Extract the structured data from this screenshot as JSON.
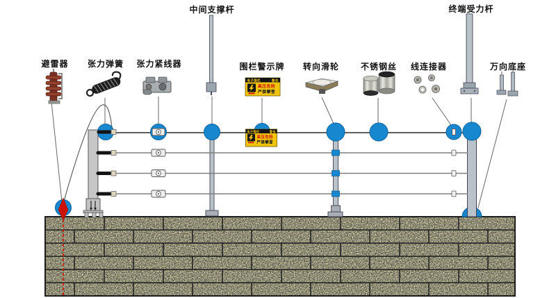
{
  "labels": {
    "lightning_arrester": "避雷器",
    "tension_spring": "张力弹簧",
    "wire_tightener": "张力紧线器",
    "middle_support_pole": "中间支撑杆",
    "fence_warning_sign": "围栏警示牌",
    "turning_pulley": "转向滑轮",
    "stainless_steel_wire": "不锈钢丝",
    "wire_connector": "线连接器",
    "terminal_stress_pole": "终端受力杆",
    "universal_base": "万向底座"
  },
  "warning_sign": {
    "header_left": "电子围栏",
    "header_right": "警告",
    "line1": "高压危险",
    "line2": "严禁攀登"
  },
  "colors": {
    "marker_blue": "#1787cf",
    "marker_blue_edge": "#0e639c",
    "sign_yellow": "#f2c50c",
    "danger_red": "#cc1100",
    "wall_khaki": "#cdc9a8",
    "pole_gray": "#b9c2c8"
  }
}
